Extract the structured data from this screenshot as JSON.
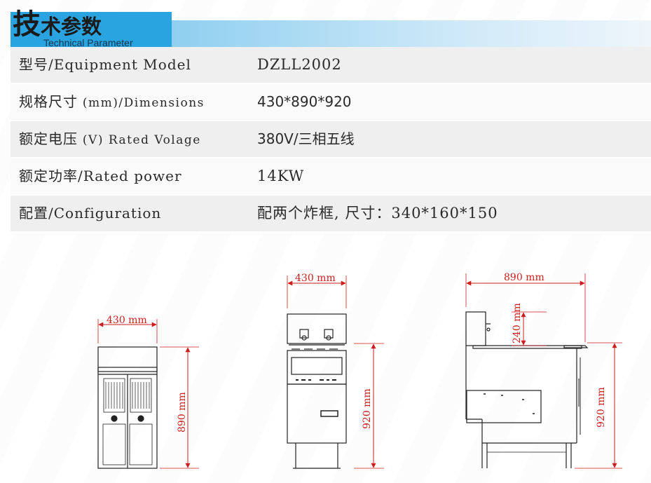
{
  "header": {
    "title_first": "技",
    "title_rest": "术参数",
    "subtitle": "Technical Parameter"
  },
  "specs": [
    {
      "label": "型号/Equipment Model",
      "value": "DZLL2002"
    },
    {
      "label": "规格尺寸",
      "label_unit": " (mm)/Dimensions",
      "value": "430*890*920"
    },
    {
      "label": "额定电压",
      "label_unit": " (V) Rated Volage",
      "value": "380V/三相五线"
    },
    {
      "label": "额定功率/Rated power",
      "value": "14KW"
    },
    {
      "label": "配置/Configuration",
      "value": "配两个炸框, 尺寸：340*160*150"
    }
  ],
  "drawings": {
    "top_view_width": "430 mm",
    "top_view_height": "890 mm",
    "front_view_width": "430 mm",
    "front_view_height": "920 mm",
    "side_view_width": "890 mm",
    "side_view_backsplash": "240 mm",
    "side_view_height": "920 mm"
  },
  "colors": {
    "accent_blue": "#2aa4e0",
    "dimension_red": "#cc1e1e",
    "line_dark": "#222222"
  }
}
